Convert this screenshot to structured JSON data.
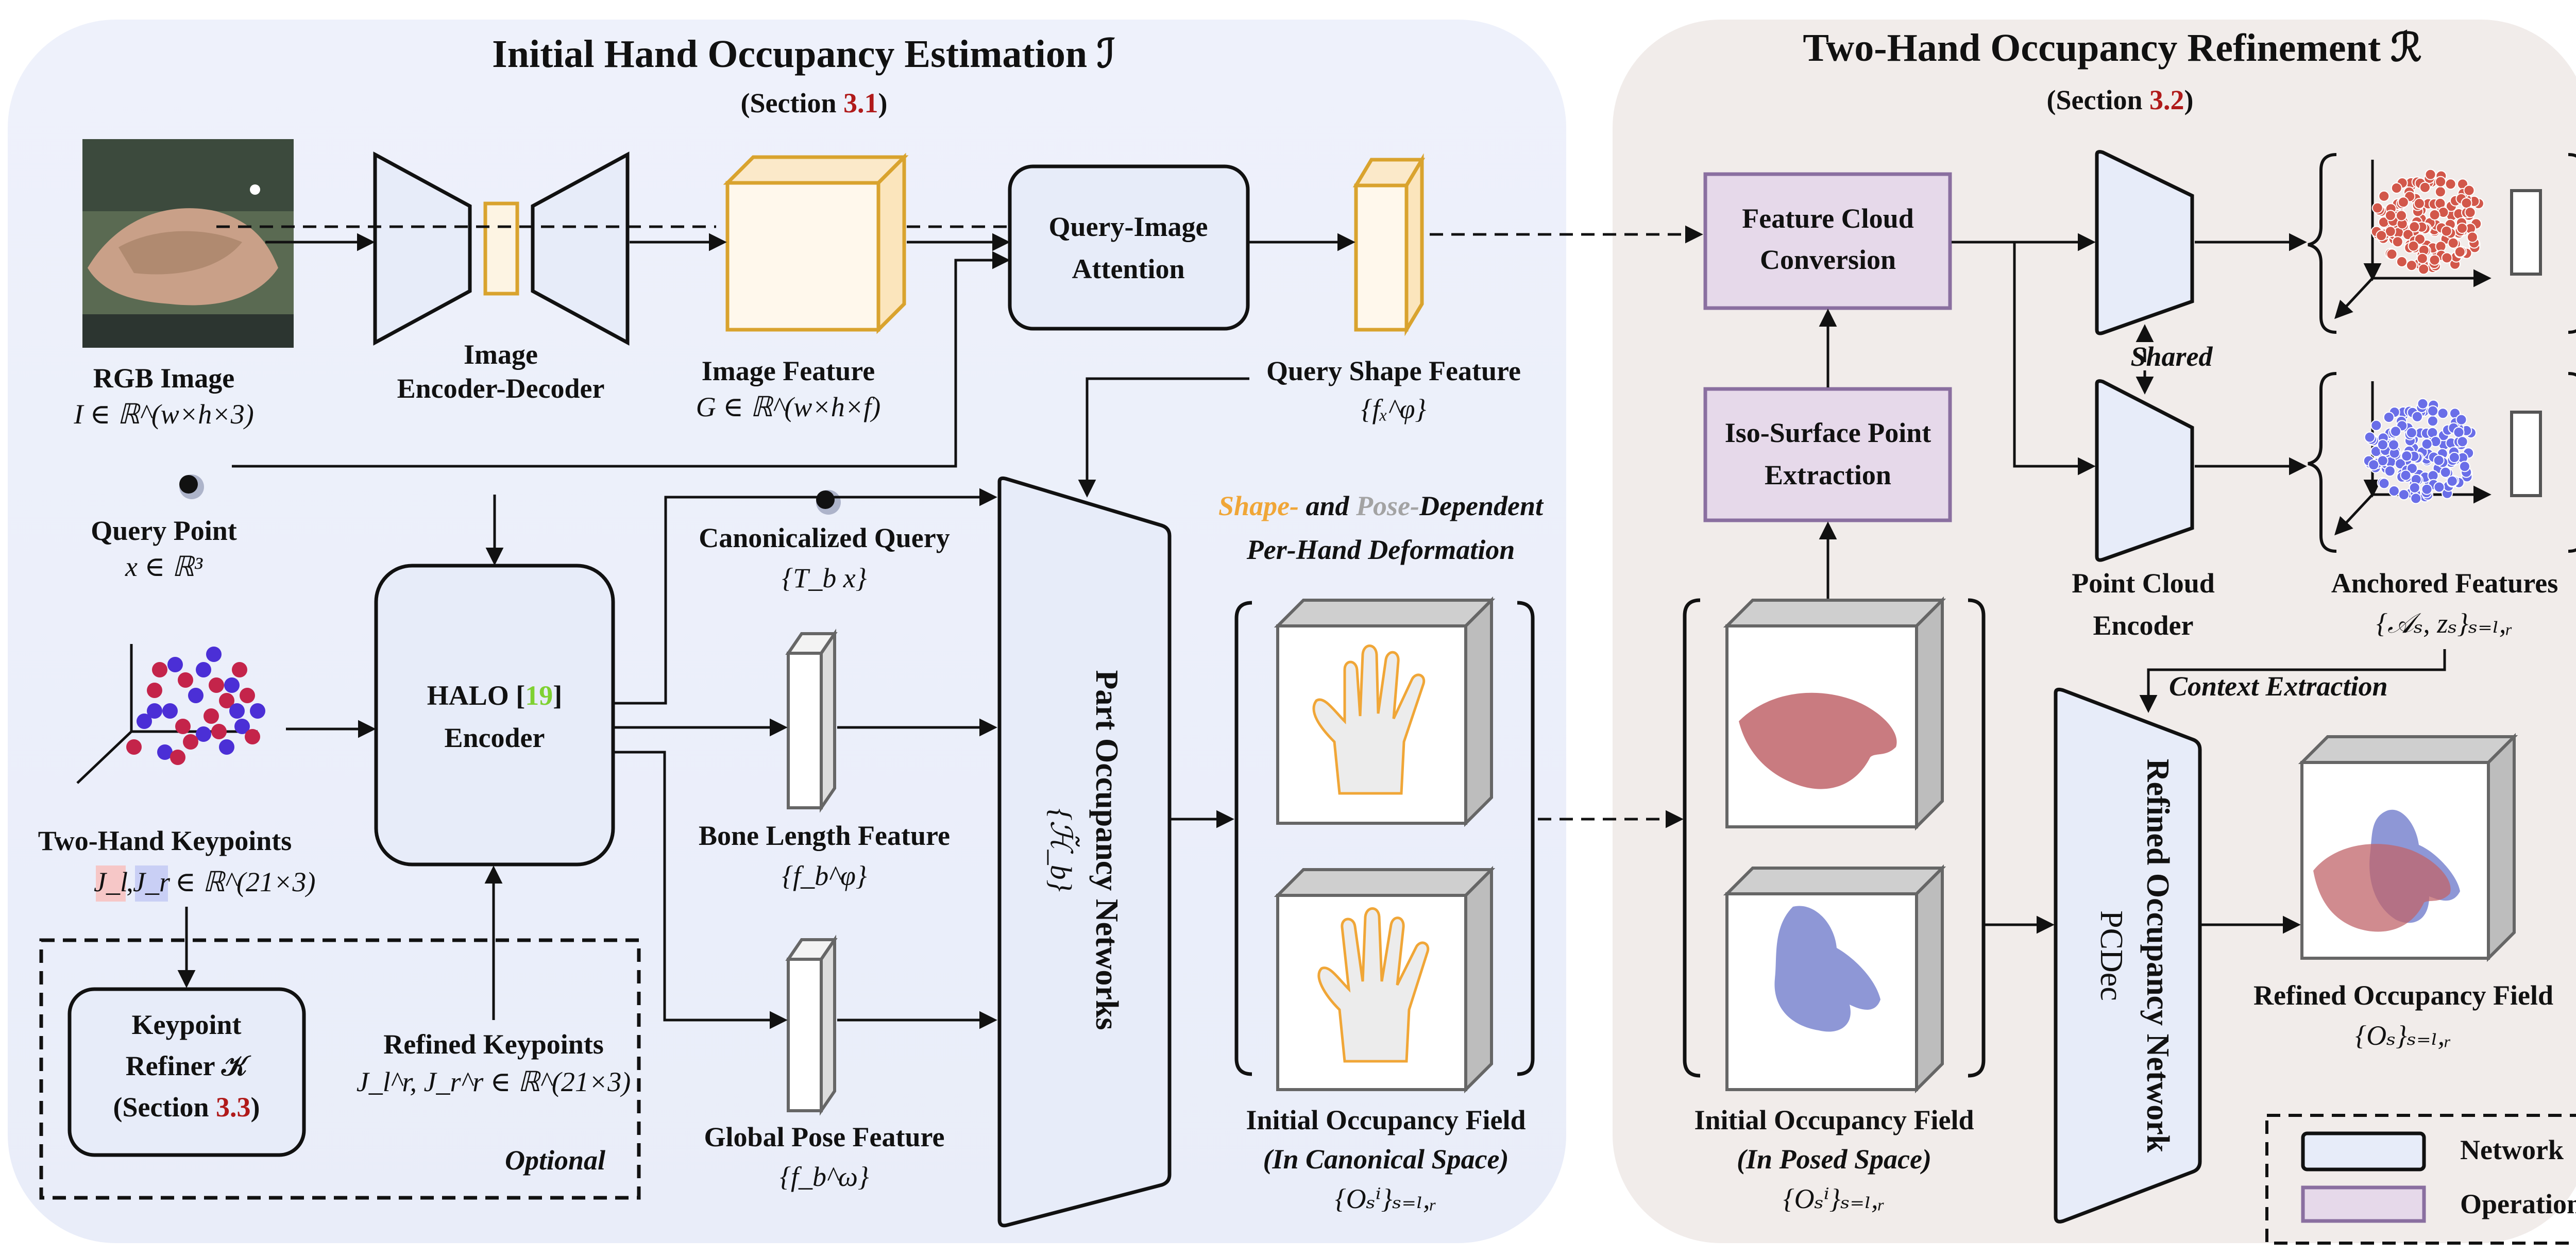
{
  "panels": {
    "left_title": "Initial Hand Occupancy Estimation ℐ",
    "left_section_prefix": "(Section ",
    "left_section_num": "3.1",
    "left_section_suffix": ")",
    "right_title": "Two-Hand Occupancy Refinement ℛ",
    "right_section_prefix": "(Section ",
    "right_section_num": "3.2",
    "right_section_suffix": ")"
  },
  "inputs": {
    "rgb_label": "RGB Image",
    "rgb_math": "I ∈ ℝ^(w×h×3)",
    "query_point_label": "Query Point",
    "query_point_math": "x ∈ ℝ³",
    "keypoints_label": "Two-Hand Keypoints",
    "keypoints_jl": "J_l",
    "keypoints_jr": "J_r",
    "keypoints_math": "∈ ℝ^(21×3)"
  },
  "encoder_decoder": {
    "label_line1": "Image",
    "label_line2": "Encoder-Decoder"
  },
  "image_feature": {
    "label": "Image Feature",
    "math": "G ∈ ℝ^(w×h×f)"
  },
  "attention": {
    "label_line1": "Query-Image",
    "label_line2": "Attention"
  },
  "query_shape": {
    "label": "Query Shape Feature",
    "math": "{fₓ^φ}"
  },
  "halo": {
    "label_prefix": "HALO [",
    "ref": "19",
    "label_suffix": "]",
    "label_line2": "Encoder"
  },
  "canonical_query": {
    "label": "Canonicalized Query",
    "math": "{T_b x}"
  },
  "bone_length": {
    "label": "Bone Length Feature",
    "math": "{f_b^φ}"
  },
  "global_pose": {
    "label": "Global Pose Feature",
    "math": "{f_b^ω}"
  },
  "part_occupancy": {
    "label": "Part Occupancy Networks",
    "math": "{ℋ̃_b}"
  },
  "deformation": {
    "shape_word": "Shape-",
    "and_word": " and ",
    "pose_word": "Pose-",
    "dependent_word": "Dependent",
    "line2": "Per-Hand Deformation"
  },
  "init_field_canonical": {
    "label": "Initial Occupancy Field",
    "sub": "(In Canonical Space)",
    "math": "{Oₛⁱ}ₛ₌ₗ,ᵣ"
  },
  "init_field_posed": {
    "label": "Initial Occupancy Field",
    "sub": "(In Posed Space)",
    "math": "{Oₛⁱ}ₛ₌ₗ,ᵣ"
  },
  "keypoint_refiner": {
    "line1": "Keypoint",
    "line2": "Refiner 𝒦",
    "line3_prefix": "(Section ",
    "line3_num": "3.3",
    "line3_suffix": ")",
    "refined_label": "Refined Keypoints",
    "refined_math": "J_l^r, J_r^r ∈ ℝ^(21×3)",
    "optional": "Optional"
  },
  "feature_cloud": {
    "line1": "Feature Cloud",
    "line2": "Conversion"
  },
  "iso_surface": {
    "line1": "Iso-Surface Point",
    "line2": "Extraction"
  },
  "point_cloud_encoder": {
    "line1": "Point Cloud",
    "line2": "Encoder",
    "shared": "Shared"
  },
  "anchored": {
    "label": "Anchored Features",
    "math": "{𝒜ₛ, zₛ}ₛ₌ₗ,ᵣ",
    "context": "Context Extraction"
  },
  "refined_network": {
    "label": "Refined Occupancy Network",
    "sub": "PCDec"
  },
  "refined_field": {
    "label": "Refined Occupancy Field",
    "math": "{Oₛ}ₛ₌ₗ,ᵣ"
  },
  "legend": {
    "network": "Network",
    "operation": "Operation"
  },
  "colors": {
    "network_fill": "#e7ecf9",
    "operation_fill": "#e6d9ea",
    "section_ref": "#b01a1a",
    "citation": "#7fd132",
    "shape_word": "#f0a637",
    "pose_word": "#a3a3a3",
    "feature_gold": "#d9a32e",
    "left_hand": "#c0646a",
    "right_hand": "#7a85cf"
  }
}
